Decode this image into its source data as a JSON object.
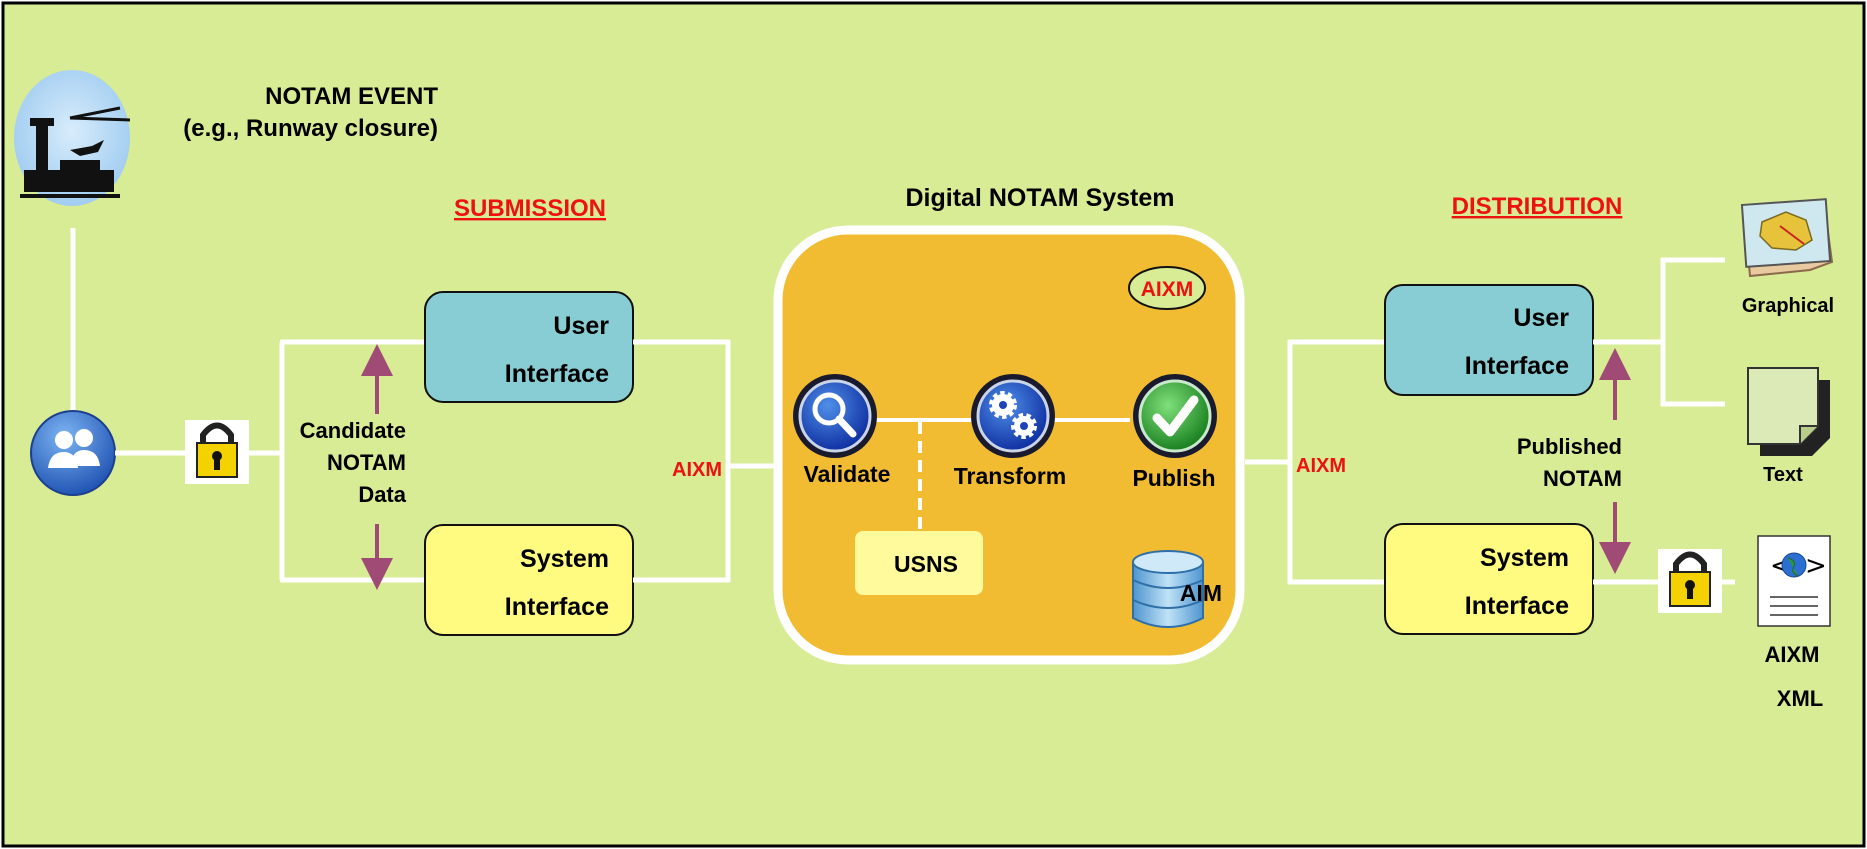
{
  "event": {
    "title": "NOTAM EVENT",
    "example": "(e.g., Runway closure)"
  },
  "submission": {
    "heading": "SUBMISSION",
    "data_label": [
      "Candidate",
      "NOTAM",
      "Data"
    ],
    "format_label": "AIXM",
    "user_interface": [
      "User",
      "Interface"
    ],
    "system_interface": [
      "System",
      "Interface"
    ]
  },
  "system": {
    "title": "Digital NOTAM System",
    "format_badge": "AIXM",
    "steps": [
      "Validate",
      "Transform",
      "Publish"
    ],
    "usns": "USNS",
    "aim": "AIM"
  },
  "distribution": {
    "heading": "DISTRIBUTION",
    "format_label": "AIXM",
    "data_label": [
      "Published",
      "NOTAM"
    ],
    "user_interface": [
      "User",
      "Interface"
    ],
    "system_interface": [
      "System",
      "Interface"
    ],
    "outputs": {
      "graphical": "Graphical",
      "text": "Text",
      "xml": [
        "AIXM",
        "XML"
      ]
    }
  },
  "colors": {
    "background": "#d8eb95",
    "system_box": "#f2bc32",
    "user_interface": "#88cdd3",
    "system_interface": "#fffa80",
    "arrow": "#a04a76",
    "accent_red": "#ee1111"
  }
}
